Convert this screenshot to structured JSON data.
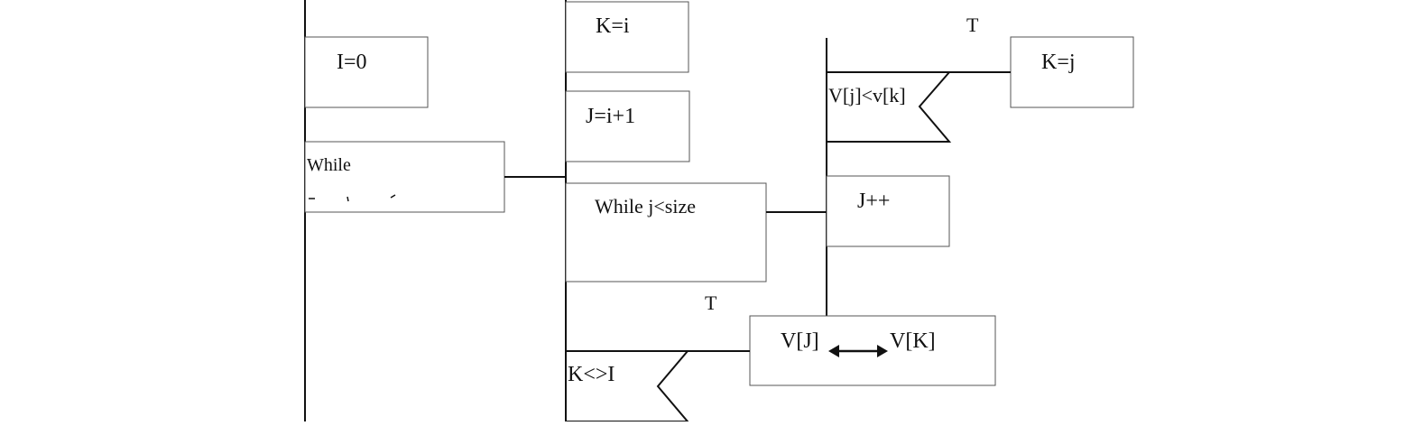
{
  "nodes": {
    "i_init": "I=0",
    "outer_while": "While",
    "k_assign_i": "K=i",
    "j_init": "J=i+1",
    "inner_while": "While j<size",
    "compare": "V[j]<v[k]",
    "true_top": "T",
    "k_assign_j": "K=j",
    "j_increment": "J++",
    "true_bottom": "T",
    "k_ne_i": "K<>I",
    "swap_left": "V[J]",
    "swap_right": "V[K]"
  },
  "colors": {
    "stroke": "#111111",
    "box_stroke": "#555555",
    "background": "#ffffff"
  }
}
